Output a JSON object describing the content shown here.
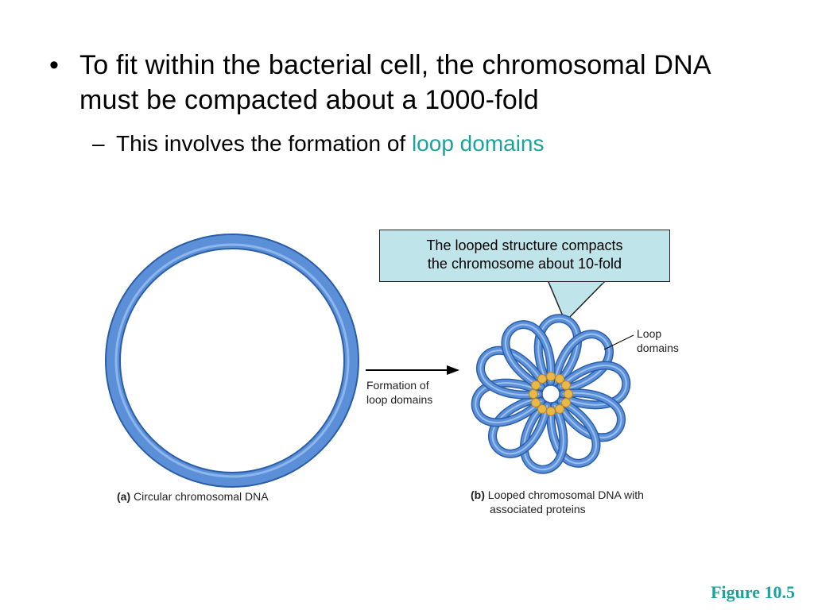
{
  "bullets": [
    {
      "text": "To fit within the bacterial cell, the chromosomal DNA must be compacted about a 1000-fold",
      "sub": {
        "prefix": "This involves the formation of ",
        "highlight": "loop domains"
      }
    }
  ],
  "callout": {
    "line1": "The looped structure compacts",
    "line2": "the chromosome about 10-fold"
  },
  "diagram": {
    "arrow_label_line1": "Formation of",
    "arrow_label_line2": "loop domains",
    "loop_label_line1": "Loop",
    "loop_label_line2": "domains",
    "panel_a_letter": "(a)",
    "panel_a_caption": "Circular chromosomal DNA",
    "panel_b_letter": "(b)",
    "panel_b_caption_line1": "Looped chromosomal DNA with",
    "panel_b_caption_line2": "associated proteins"
  },
  "figure_number": "Figure 10.5",
  "colors": {
    "dna_blue": "#5b8fd8",
    "dna_outline": "#2b5ea8",
    "protein_gold": "#e8b84a",
    "callout_fill": "#bfe5ea",
    "accent_teal": "#1aa39a"
  }
}
